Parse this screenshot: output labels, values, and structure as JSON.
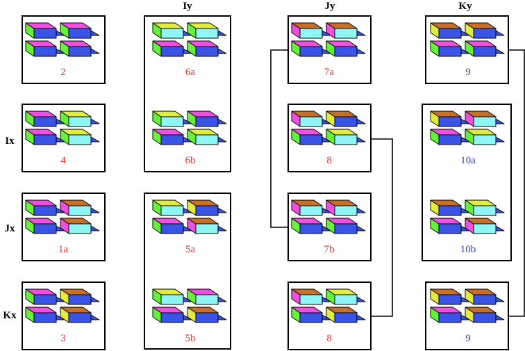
{
  "columns": {
    "iy": "Iy",
    "jy": "Jy",
    "ky": "Ky"
  },
  "rows": {
    "ix": "Ix",
    "jx": "Jx",
    "kx": "Kx"
  },
  "colors": {
    "magenta": "#f050e0",
    "blue": "#3a55e6",
    "green": "#66f23a",
    "cyan": "#8ff5f5",
    "yellow": "#e0ec40",
    "brown": "#c8702a",
    "label_red": "#e8322a",
    "label_blue": "#2a3fc9"
  },
  "motifs": [
    {
      "label": "2",
      "label_color": "red",
      "tiles": [
        [
          "magenta",
          "blue",
          "green"
        ],
        [
          "magenta",
          "blue",
          "green"
        ],
        [
          "magenta",
          "blue",
          "green"
        ],
        [
          "magenta",
          "blue",
          "green"
        ]
      ]
    },
    {
      "label": "4",
      "label_color": "red",
      "tiles": [
        [
          "magenta",
          "blue",
          "green"
        ],
        [
          "yellow",
          "cyan",
          "green"
        ],
        [
          "magenta",
          "blue",
          "green"
        ],
        [
          "yellow",
          "cyan",
          "green"
        ]
      ]
    },
    {
      "label": "1a",
      "label_color": "red",
      "tiles": [
        [
          "magenta",
          "blue",
          "green"
        ],
        [
          "brown",
          "cyan",
          "magenta"
        ],
        [
          "magenta",
          "blue",
          "green"
        ],
        [
          "brown",
          "cyan",
          "magenta"
        ]
      ]
    },
    {
      "label": "3",
      "label_color": "red",
      "tiles": [
        [
          "magenta",
          "blue",
          "green"
        ],
        [
          "brown",
          "blue",
          "yellow"
        ],
        [
          "magenta",
          "blue",
          "green"
        ],
        [
          "brown",
          "blue",
          "yellow"
        ]
      ]
    },
    {
      "label": "6a",
      "label_color": "red",
      "tiles": [
        [
          "yellow",
          "cyan",
          "green"
        ],
        [
          "yellow",
          "cyan",
          "green"
        ],
        [
          "magenta",
          "blue",
          "green"
        ],
        [
          "magenta",
          "blue",
          "green"
        ]
      ]
    },
    {
      "label": "6b",
      "label_color": "red",
      "tiles": [
        [
          "yellow",
          "cyan",
          "green"
        ],
        [
          "magenta",
          "blue",
          "green"
        ],
        [
          "magenta",
          "blue",
          "green"
        ],
        [
          "yellow",
          "cyan",
          "green"
        ]
      ]
    },
    {
      "label": "5a",
      "label_color": "red",
      "tiles": [
        [
          "yellow",
          "cyan",
          "green"
        ],
        [
          "brown",
          "blue",
          "yellow"
        ],
        [
          "magenta",
          "blue",
          "green"
        ],
        [
          "brown",
          "cyan",
          "magenta"
        ]
      ]
    },
    {
      "label": "5b",
      "label_color": "red",
      "tiles": [
        [
          "yellow",
          "cyan",
          "green"
        ],
        [
          "magenta",
          "cyan",
          "green"
        ],
        [
          "magenta",
          "blue",
          "green"
        ],
        [
          "brown",
          "blue",
          "yellow"
        ]
      ]
    },
    {
      "label": "7a",
      "label_color": "red",
      "tiles": [
        [
          "brown",
          "cyan",
          "magenta"
        ],
        [
          "brown",
          "cyan",
          "magenta"
        ],
        [
          "magenta",
          "blue",
          "green"
        ],
        [
          "magenta",
          "blue",
          "green"
        ]
      ]
    },
    {
      "label": "8",
      "label_color": "red",
      "tiles": [
        [
          "brown",
          "cyan",
          "magenta"
        ],
        [
          "brown",
          "blue",
          "yellow"
        ],
        [
          "magenta",
          "blue",
          "green"
        ],
        [
          "yellow",
          "cyan",
          "green"
        ]
      ]
    },
    {
      "label": "7b",
      "label_color": "red",
      "tiles": [
        [
          "brown",
          "cyan",
          "magenta"
        ],
        [
          "brown",
          "cyan",
          "magenta"
        ],
        [
          "magenta",
          "blue",
          "green"
        ],
        [
          "magenta",
          "blue",
          "green"
        ]
      ]
    },
    {
      "label": "8",
      "label_color": "red",
      "tiles": [
        [
          "brown",
          "cyan",
          "magenta"
        ],
        [
          "yellow",
          "cyan",
          "green"
        ],
        [
          "magenta",
          "blue",
          "green"
        ],
        [
          "brown",
          "blue",
          "yellow"
        ]
      ]
    },
    {
      "label": "9",
      "label_color": "blue",
      "tiles": [
        [
          "brown",
          "blue",
          "yellow"
        ],
        [
          "brown",
          "blue",
          "yellow"
        ],
        [
          "magenta",
          "blue",
          "green"
        ],
        [
          "magenta",
          "blue",
          "green"
        ]
      ]
    },
    {
      "label": "10a",
      "label_color": "blue",
      "tiles": [
        [
          "brown",
          "blue",
          "yellow"
        ],
        [
          "brown",
          "cyan",
          "magenta"
        ],
        [
          "magenta",
          "blue",
          "green"
        ],
        [
          "yellow",
          "cyan",
          "green"
        ]
      ]
    },
    {
      "label": "10b",
      "label_color": "blue",
      "tiles": [
        [
          "brown",
          "blue",
          "yellow"
        ],
        [
          "yellow",
          "cyan",
          "green"
        ],
        [
          "magenta",
          "blue",
          "green"
        ],
        [
          "brown",
          "cyan",
          "magenta"
        ]
      ]
    },
    {
      "label": "9",
      "label_color": "blue",
      "tiles": [
        [
          "brown",
          "blue",
          "yellow"
        ],
        [
          "brown",
          "blue",
          "yellow"
        ],
        [
          "magenta",
          "blue",
          "green"
        ],
        [
          "brown",
          "blue",
          "yellow"
        ]
      ]
    }
  ]
}
